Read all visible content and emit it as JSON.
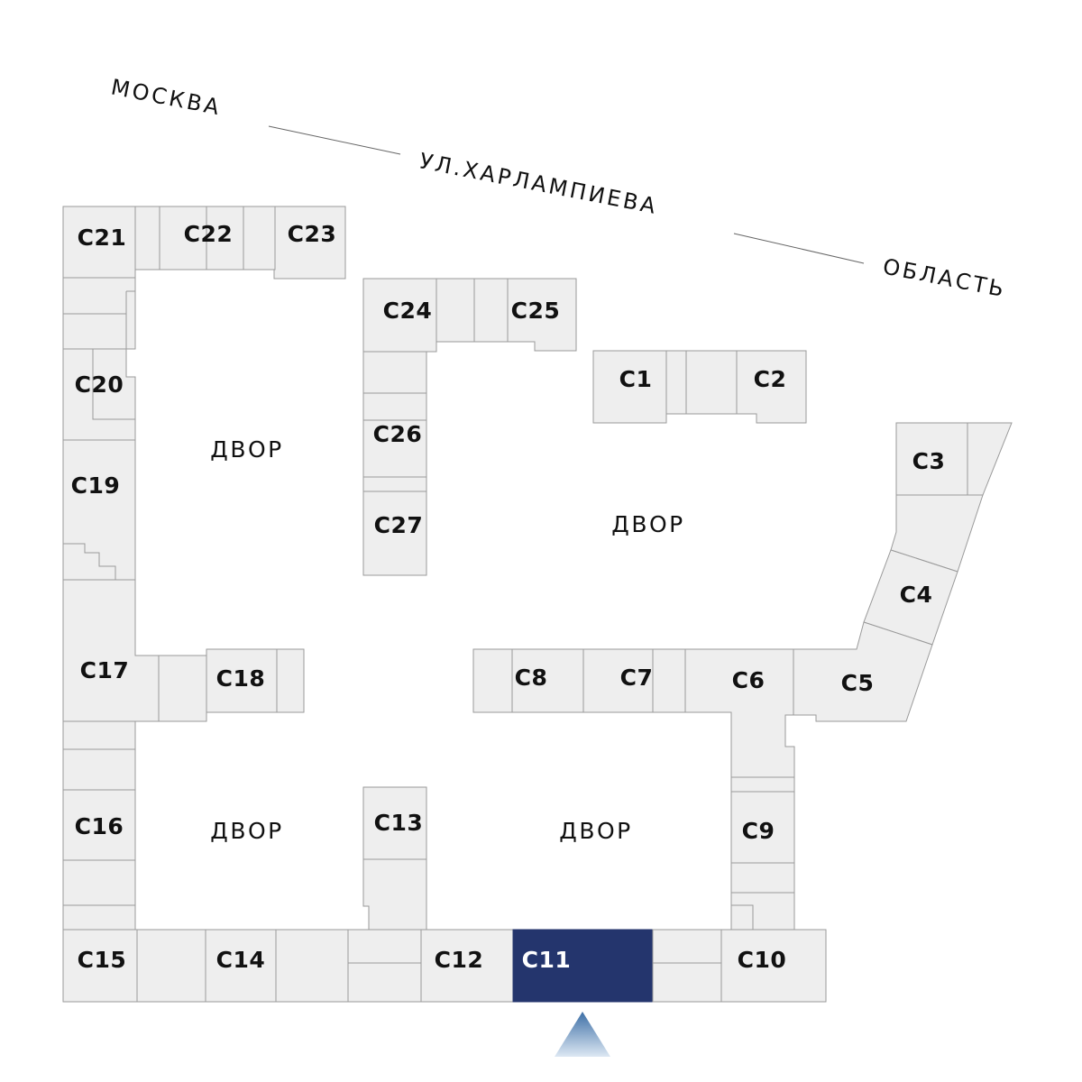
{
  "street": {
    "city": "МОСКВА",
    "name": "УЛ.ХАРЛАМПИЕВА",
    "region": "ОБЛАСТЬ"
  },
  "yards": [
    "ДВОР",
    "ДВОР",
    "ДВОР",
    "ДВОР"
  ],
  "sections": {
    "C1": "С1",
    "C2": "С2",
    "C3": "С3",
    "C4": "С4",
    "C5": "С5",
    "C6": "С6",
    "C7": "С7",
    "C8": "С8",
    "C9": "С9",
    "C10": "С10",
    "C11": "С11",
    "C12": "С12",
    "C13": "С13",
    "C14": "С14",
    "C15": "С15",
    "C16": "С16",
    "C17": "С17",
    "C18": "С18",
    "C19": "С19",
    "C20": "С20",
    "C21": "С21",
    "C22": "С22",
    "C23": "С23",
    "C24": "С24",
    "C25": "С25",
    "C26": "С26",
    "C27": "С27"
  },
  "selected_section": "С11",
  "colors": {
    "section_fill": "#eeeeee",
    "section_stroke": "#9a9a9a",
    "selected_fill": "#24356d",
    "pointer_top": "#3d6fa6",
    "pointer_bottom": "#dde8f3"
  }
}
